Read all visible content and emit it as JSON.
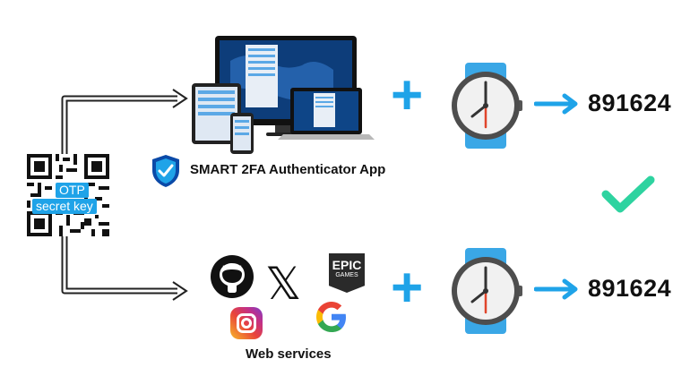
{
  "qr": {
    "line1": "OTP",
    "line2": "secret key"
  },
  "top_row": {
    "app_name": "SMART 2FA Authenticator App",
    "code": "891624",
    "plus": "+"
  },
  "bottom_row": {
    "label": "Web services",
    "code": "891624",
    "plus": "+",
    "logos": {
      "epic_line1": "EPIC",
      "epic_line2": "GAMES",
      "x_logo": "𝕏",
      "google_logo": "G"
    }
  },
  "colors": {
    "accent_blue": "#1fa3e8",
    "check_green": "#2ed3a0",
    "dark": "#111111"
  }
}
